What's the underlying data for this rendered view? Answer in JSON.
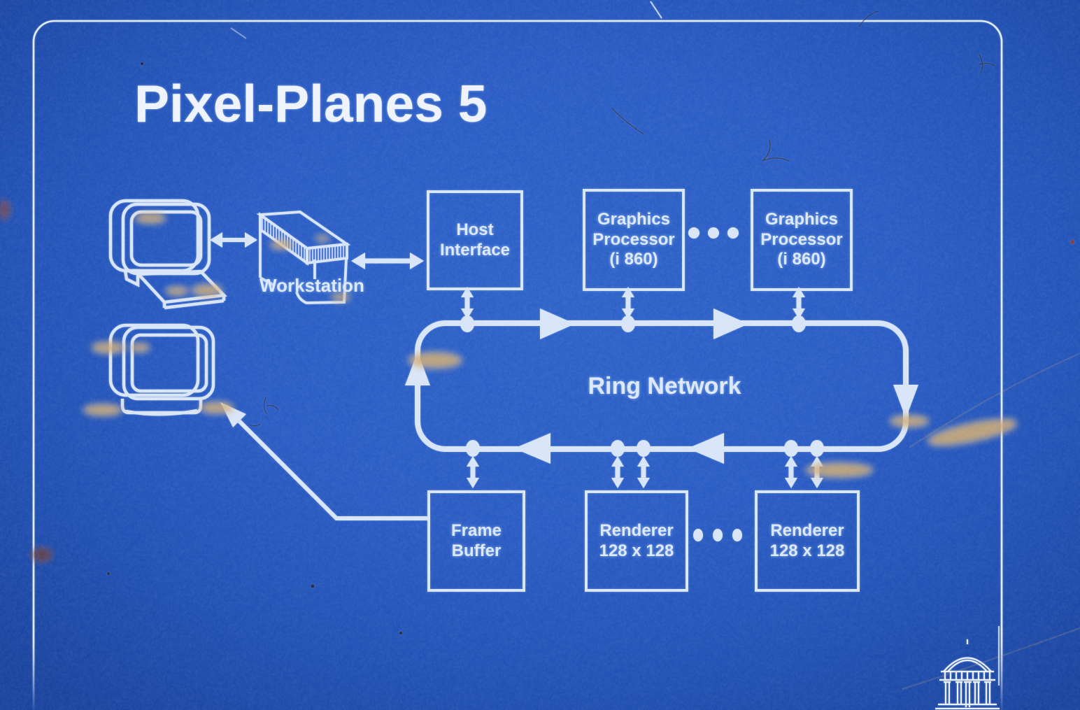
{
  "title": "Pixel-Planes 5",
  "nodes": {
    "workstation": {
      "label": "Workstation"
    },
    "host_interface": {
      "label": "Host\nInterface"
    },
    "graphics_processor_1": {
      "label": "Graphics\nProcessor\n(i 860)"
    },
    "graphics_processor_2": {
      "label": "Graphics\nProcessor\n(i 860)"
    },
    "ring_network": {
      "label": "Ring Network"
    },
    "frame_buffer": {
      "label": "Frame\nBuffer"
    },
    "renderer_1": {
      "label": "Renderer\n128 x 128"
    },
    "renderer_2": {
      "label": "Renderer\n128 x 128"
    }
  },
  "icons": {
    "monitor_1": "crt-monitor-with-keyboard",
    "monitor_2": "crt-monitor",
    "workstation_unit": "ribbed-3d-slab",
    "old_well": "unc-old-well-gazebo"
  },
  "colors": {
    "background": "#2a5cc4",
    "line": "#d9e6f8",
    "stain": "#d2a766"
  }
}
